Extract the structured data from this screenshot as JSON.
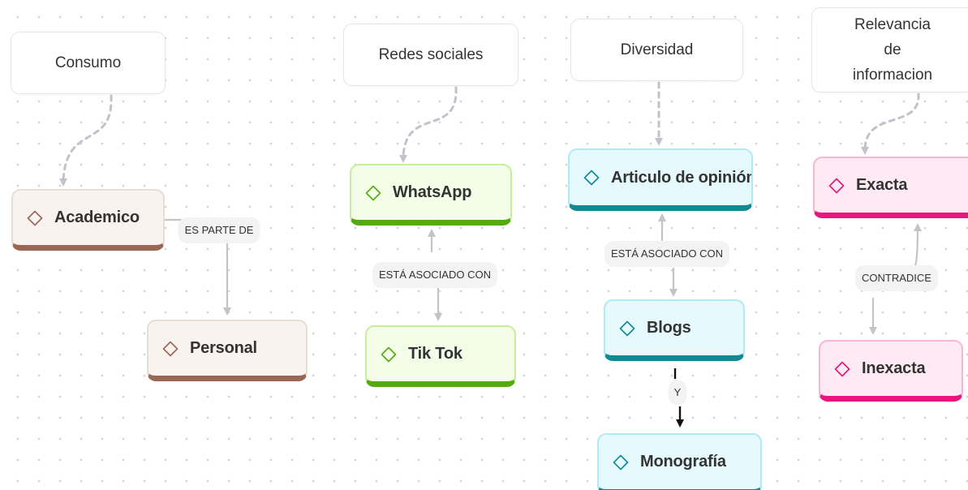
{
  "headers": [
    {
      "id": "consumo",
      "text": "Consumo"
    },
    {
      "id": "redes",
      "text": "Redes sociales"
    },
    {
      "id": "diversidad",
      "text": "Diversidad"
    },
    {
      "id": "relevancia",
      "text": "Relevancia de informacion"
    }
  ],
  "nodes": [
    {
      "id": "academico",
      "label": "Academico",
      "color": "#9a6755"
    },
    {
      "id": "personal",
      "label": "Personal",
      "color": "#9a6755"
    },
    {
      "id": "whatsapp",
      "label": "WhatsApp",
      "color": "#55aa12"
    },
    {
      "id": "tiktok",
      "label": "Tik Tok",
      "color": "#55aa12"
    },
    {
      "id": "articulo",
      "label": "Articulo de opinión",
      "color": "#0f8a93"
    },
    {
      "id": "blogs",
      "label": "Blogs",
      "color": "#0f8a93"
    },
    {
      "id": "monografia",
      "label": "Monografía",
      "color": "#0f8a93"
    },
    {
      "id": "exacta",
      "label": "Exacta",
      "color": "#e8177d"
    },
    {
      "id": "inexacta",
      "label": "Inexacta",
      "color": "#e8177d"
    }
  ],
  "relations": [
    {
      "id": "es_parte_de",
      "from": "academico",
      "to": "personal",
      "label": "ES PARTE DE"
    },
    {
      "id": "asociado_redes",
      "from": "tiktok",
      "to": "whatsapp",
      "label": "ESTÁ ASOCIADO CON"
    },
    {
      "id": "asociado_diversidad",
      "from": "articulo",
      "to": "blogs",
      "label": "ESTÁ ASOCIADO CON"
    },
    {
      "id": "y",
      "from": "blogs",
      "to": "monografia",
      "label": "Y"
    },
    {
      "id": "contradice",
      "from": "inexacta",
      "to": "exacta",
      "label": "CONTRADICE"
    }
  ],
  "colors": {
    "brown": "#9a6755",
    "green": "#55aa12",
    "teal": "#0f8a93",
    "pink": "#e8177d",
    "connector_gray": "#c4c4c4",
    "dashed_gray": "#c2c2cc"
  }
}
